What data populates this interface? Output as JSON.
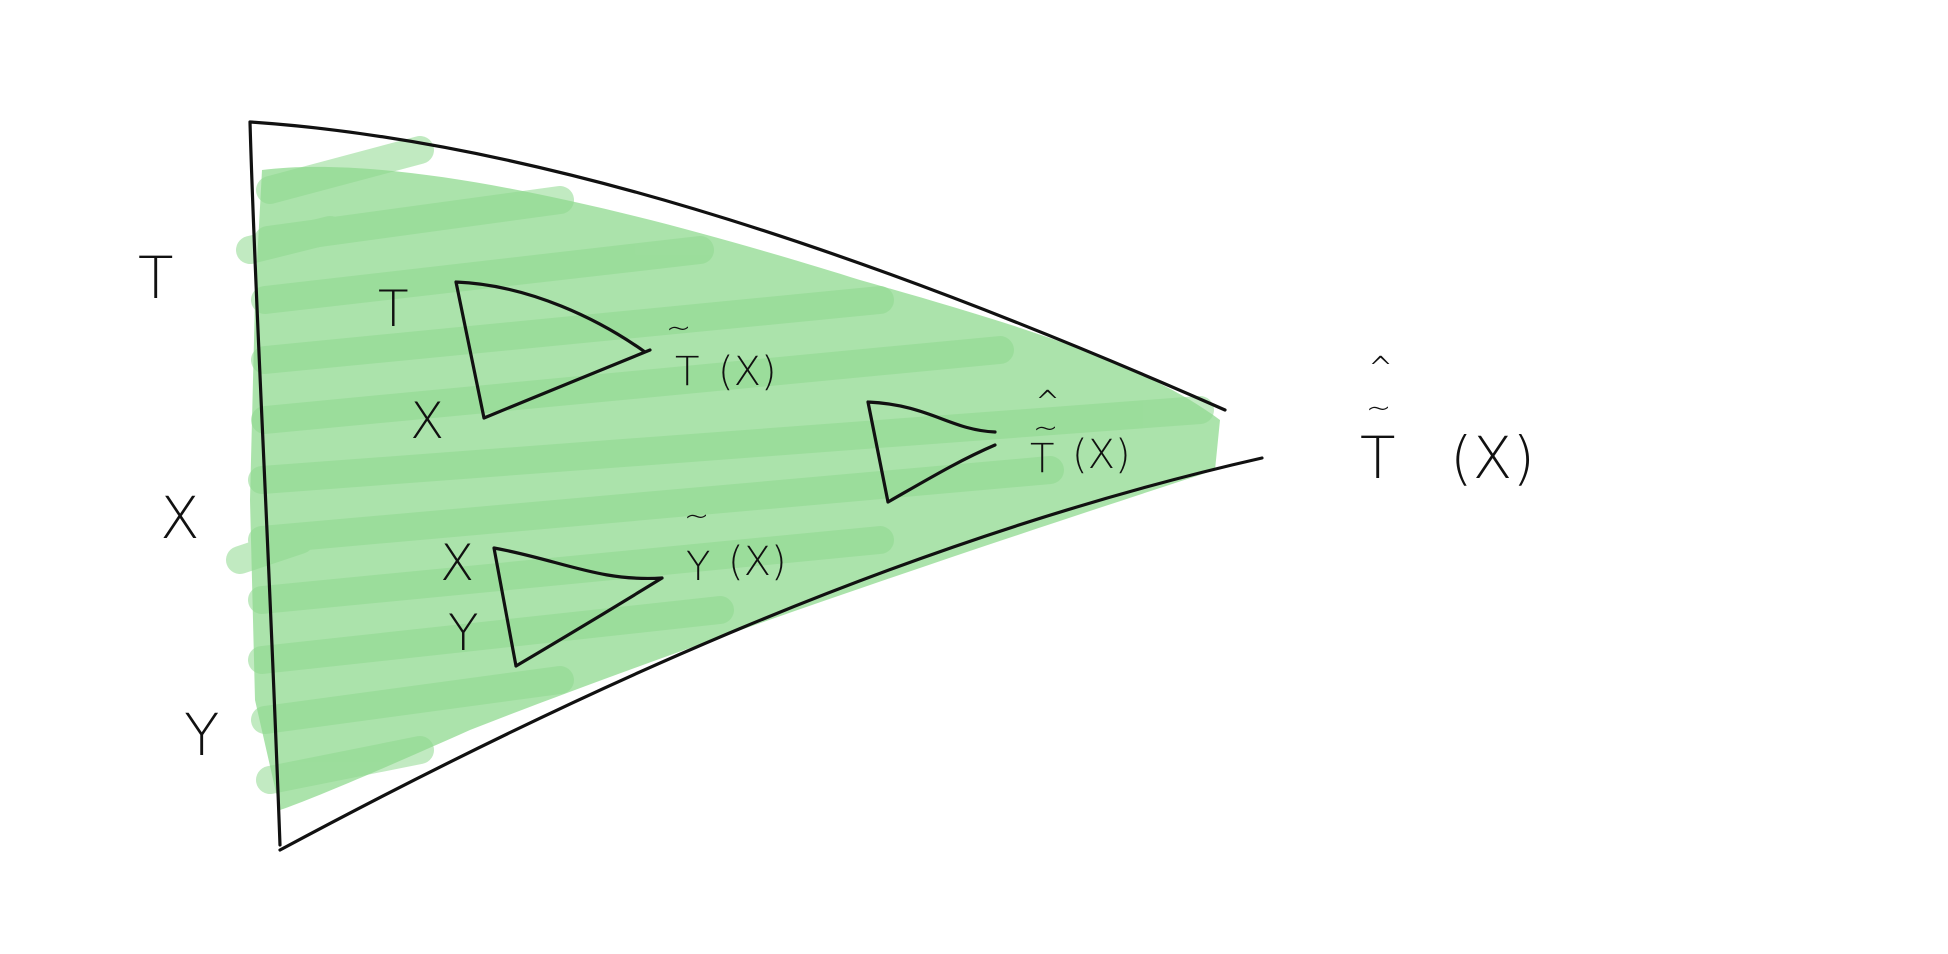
{
  "colors": {
    "fill": "#8fd98f",
    "ink": "#111111",
    "background": "#ffffff"
  },
  "outer": {
    "left_labels": {
      "top": "T",
      "middle": "X",
      "bottom": "Y"
    },
    "output": {
      "hat": "^",
      "tilde": "~",
      "symbol": "T",
      "arg": "(X)"
    }
  },
  "sub_t": {
    "left_labels": {
      "top": "T",
      "bottom": "X"
    },
    "output": {
      "tilde": "~",
      "symbol": "T",
      "arg": "(X)"
    }
  },
  "sub_y": {
    "left_labels": {
      "top": "X",
      "bottom": "Y"
    },
    "output": {
      "tilde": "~",
      "symbol": "Y",
      "arg": "(X)"
    }
  },
  "sub_hat": {
    "output": {
      "hat": "^",
      "tilde": "~",
      "symbol": "T",
      "arg": "(X)"
    }
  }
}
